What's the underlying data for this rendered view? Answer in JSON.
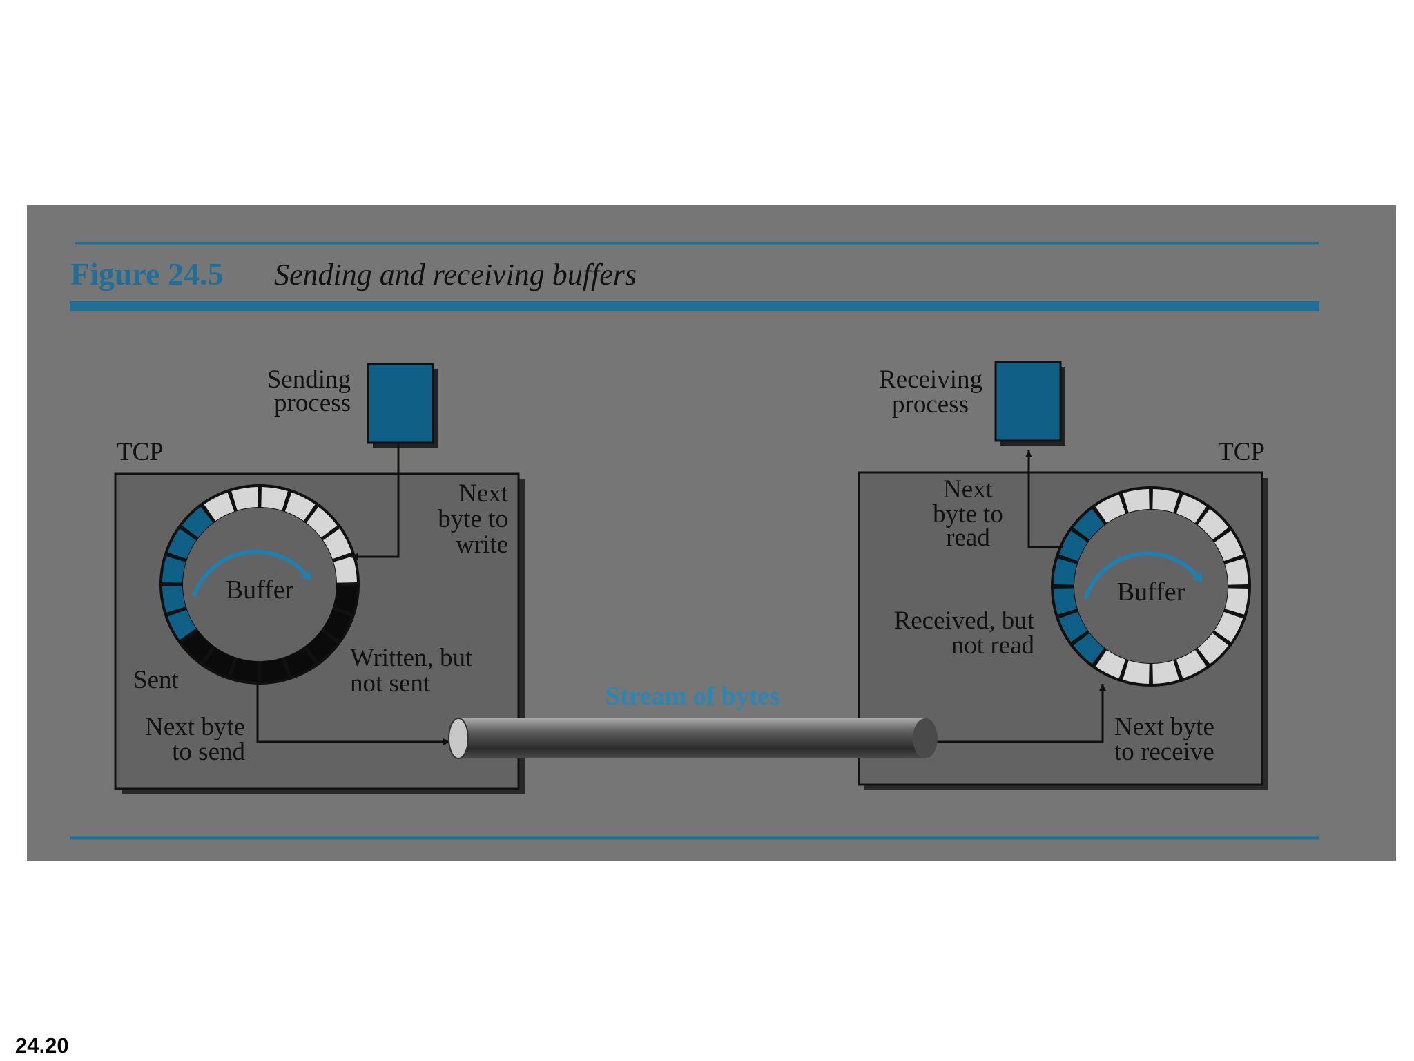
{
  "figure": {
    "number": "Figure 24.5",
    "title": "Sending and receiving buffers"
  },
  "sender": {
    "tcp_label": "TCP",
    "process_line1": "Sending",
    "process_line2": "process",
    "buffer_label": "Buffer",
    "next_write_1": "Next",
    "next_write_2": "byte to",
    "next_write_3": "write",
    "written_1": "Written, but",
    "written_2": "not sent",
    "sent": "Sent",
    "next_send_1": "Next byte",
    "next_send_2": "to send"
  },
  "receiver": {
    "tcp_label": "TCP",
    "process_line1": "Receiving",
    "process_line2": "process",
    "buffer_label": "Buffer",
    "next_read_1": "Next",
    "next_read_2": "byte to",
    "next_read_3": "read",
    "received_1": "Received, but",
    "received_2": "not read",
    "next_recv_1": "Next byte",
    "next_recv_2": "to receive"
  },
  "stream_label": "Stream of bytes",
  "slide_number": "24.20",
  "colors": {
    "panel": "#767676",
    "box": "#636363",
    "accent_blue": "#0f5f86",
    "written_black": "#0b0b0b",
    "empty_slot": "#d6d6d6"
  }
}
